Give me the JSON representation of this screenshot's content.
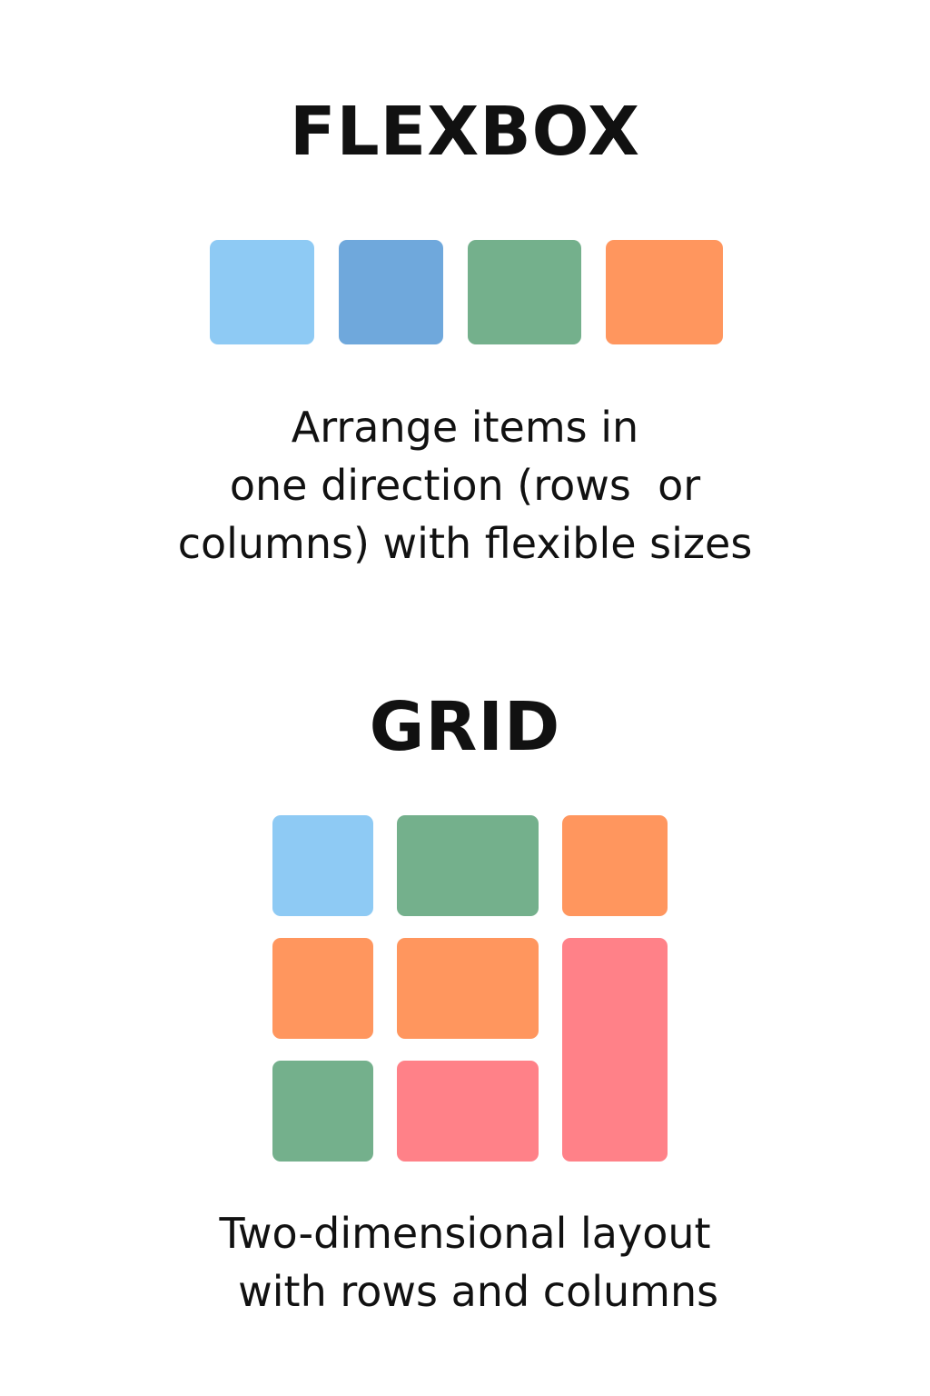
{
  "colors": {
    "light_blue": "#8ecaf4",
    "blue": "#6fa8dc",
    "green": "#74b08c",
    "orange": "#ff965e",
    "pink": "#ff8188",
    "text": "#111111",
    "background": "#ffffff"
  },
  "flexbox": {
    "title": "FLEXBOX",
    "boxes": [
      "light_blue",
      "blue",
      "green",
      "orange"
    ],
    "description_lines": [
      "Arrange items in",
      "one direction (rows  or",
      "columns) with flexible sizes"
    ]
  },
  "grid": {
    "title": "GRID",
    "cells": [
      "light_blue",
      "green",
      "orange",
      "orange",
      "orange",
      "pink",
      "green",
      "pink"
    ],
    "description_lines": [
      "Two-dimensional layout",
      "  with rows and columns"
    ]
  }
}
